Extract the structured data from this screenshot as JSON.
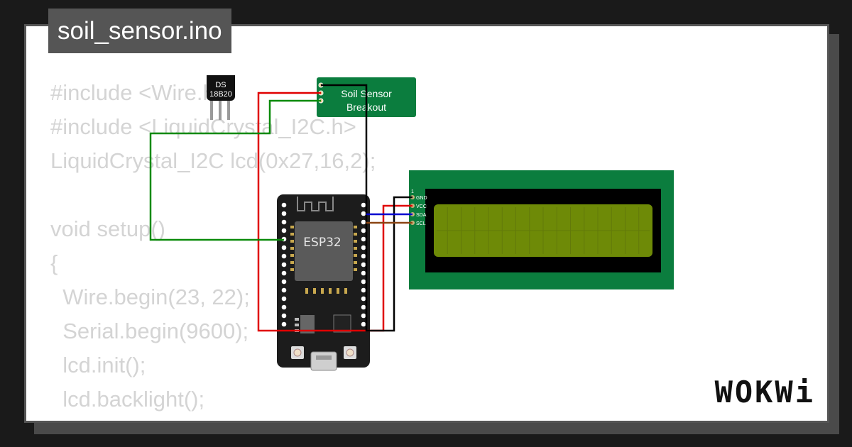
{
  "title": "soil_sensor.ino",
  "code_lines": [
    "#include <Wire.h>",
    "#include <LiquidCrystal_I2C.h>",
    "LiquidCrystal_I2C lcd(0x27,16,2);",
    "",
    "void setup()",
    "{",
    "  Wire.begin(23, 22);",
    "  Serial.begin(9600);",
    "  lcd.init();",
    "  lcd.backlight();",
    "}"
  ],
  "components": {
    "ds18b20": {
      "line1": "DS",
      "line2": "18B20"
    },
    "soil_sensor": {
      "line1": "Soil Sensor",
      "line2": "Breakout"
    },
    "esp32": {
      "label": "ESP32"
    },
    "lcd": {
      "pin1": "1",
      "pins": [
        "GND",
        "VCC",
        "SDA",
        "SCL"
      ]
    }
  },
  "colors": {
    "board_green": "#0b7d3e",
    "lcd_screen": "#6e8a07",
    "wire_red": "#e00000",
    "wire_black": "#000000",
    "wire_green": "#0a8a0a",
    "wire_blue": "#0000d0",
    "wire_brown": "#8b4513"
  },
  "logo": {
    "text": "WOKWi"
  }
}
